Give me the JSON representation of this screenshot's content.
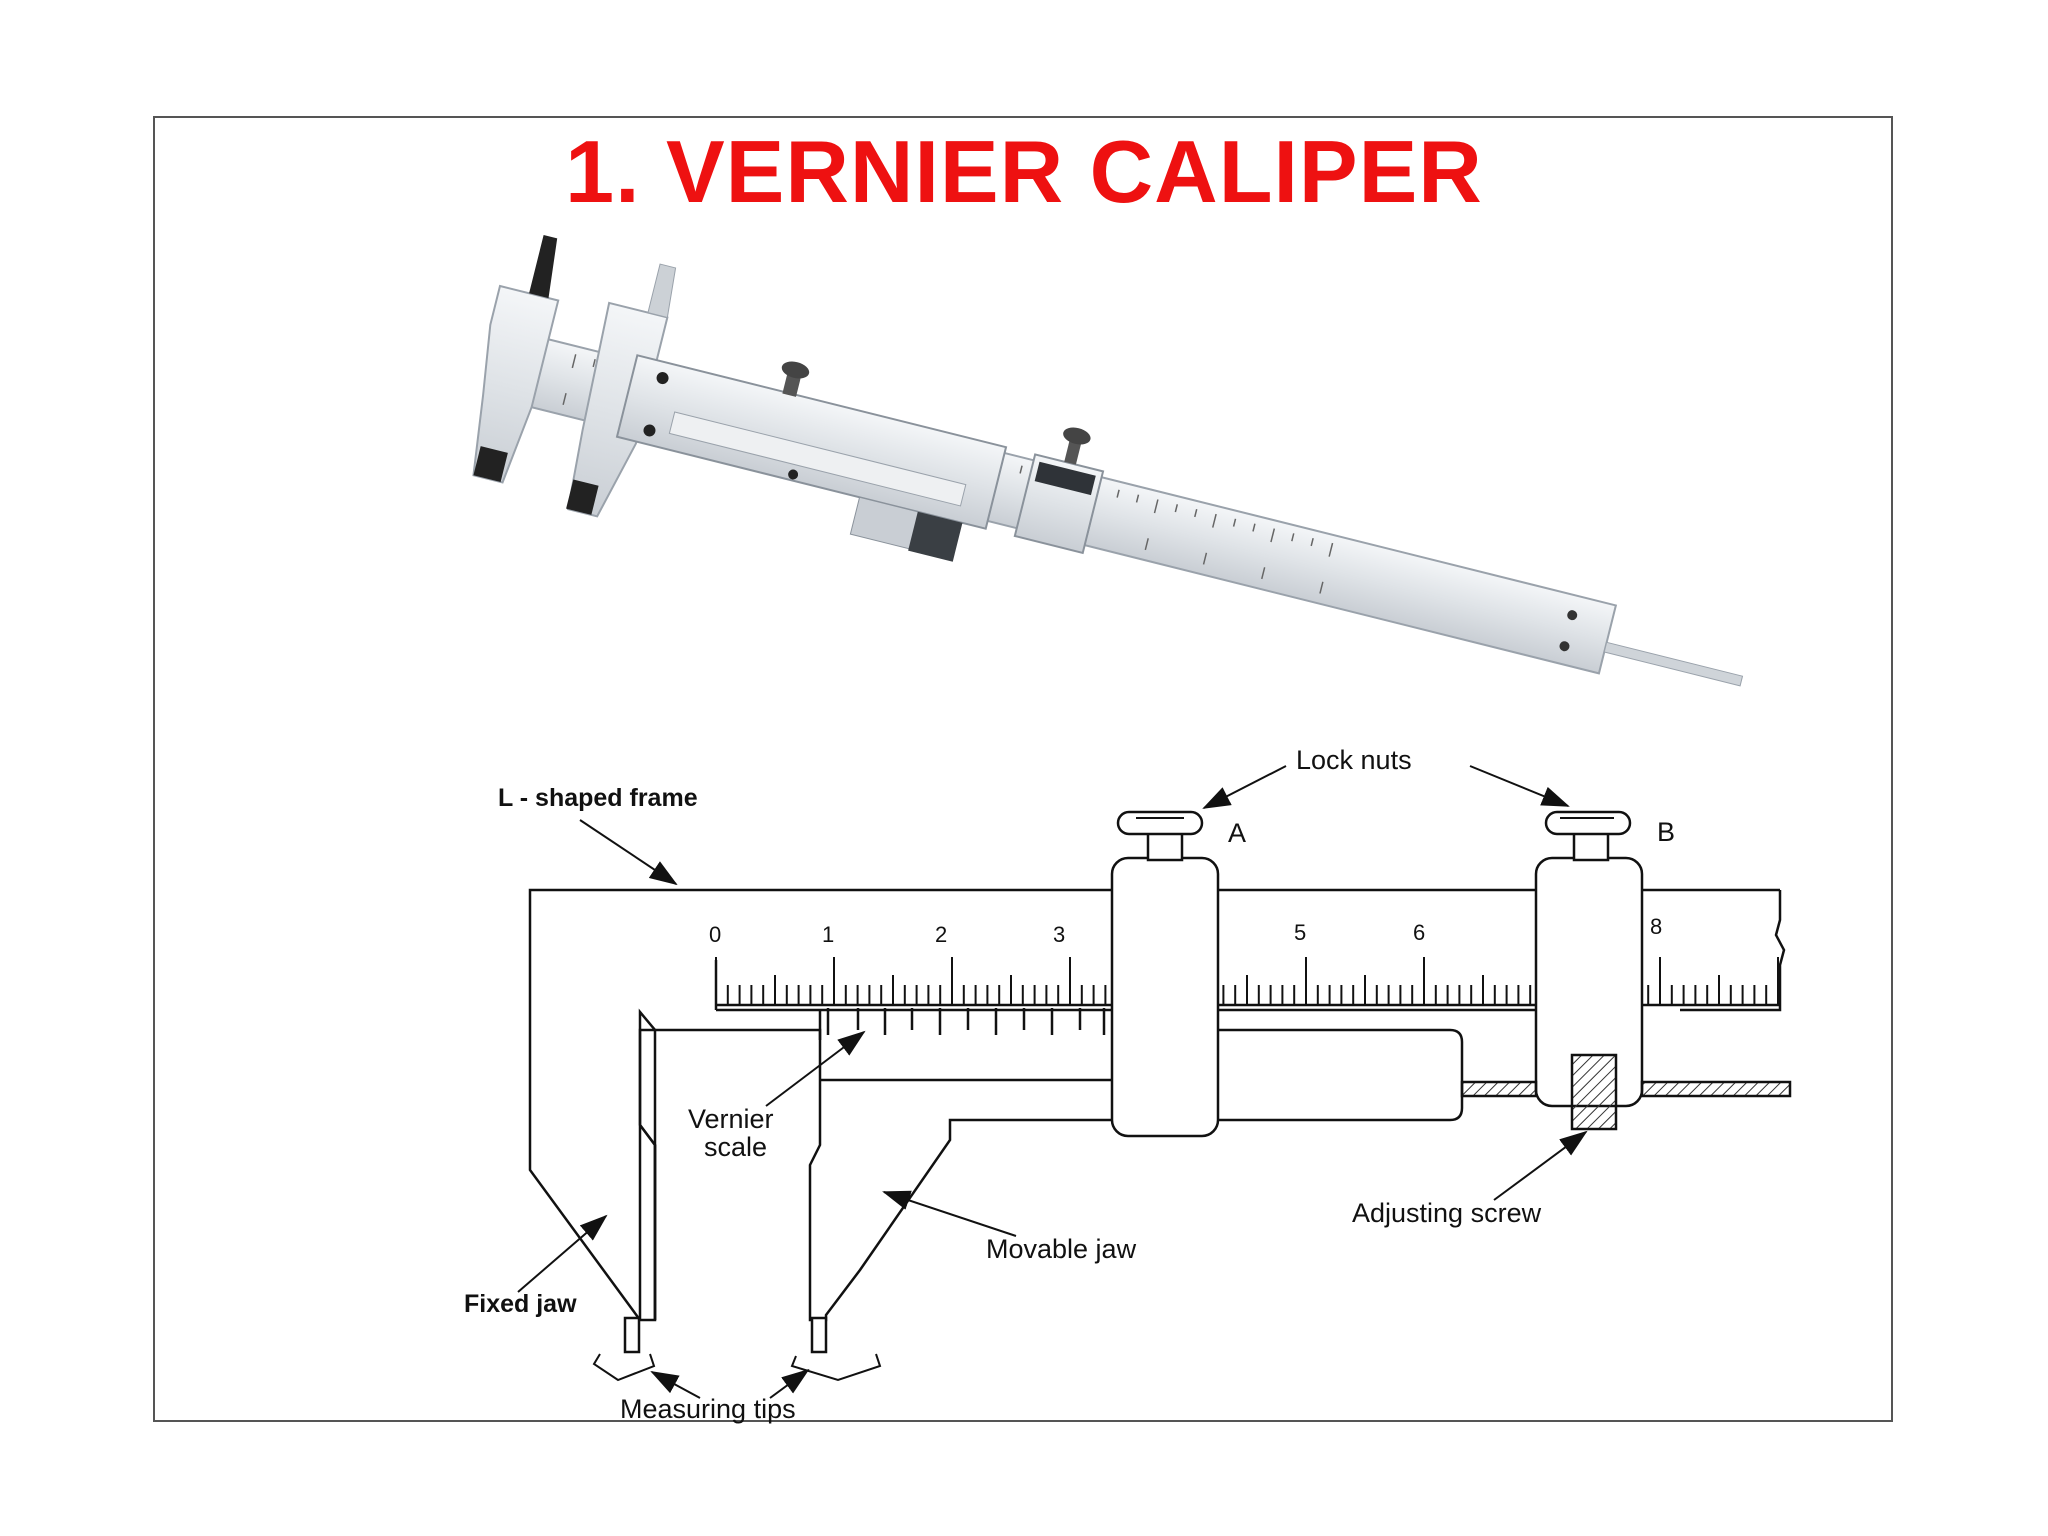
{
  "slide": {
    "title": "1. VERNIER CALIPER"
  },
  "diagram": {
    "labels": {
      "frame": "L - shaped frame",
      "lock_nuts": "Lock nuts",
      "lock_a": "A",
      "lock_b": "B",
      "vernier_1": "Vernier",
      "vernier_2": "scale",
      "fixed_jaw": "Fixed jaw",
      "movable_jaw": "Movable jaw",
      "adjusting_screw": "Adjusting screw",
      "measuring_tips": "Measuring tips"
    },
    "scale_numbers": [
      "0",
      "1",
      "2",
      "3",
      "5",
      "6",
      "8"
    ]
  },
  "colors": {
    "title": "#ee1111",
    "steel": "#e3e6ea",
    "line": "#111111"
  }
}
